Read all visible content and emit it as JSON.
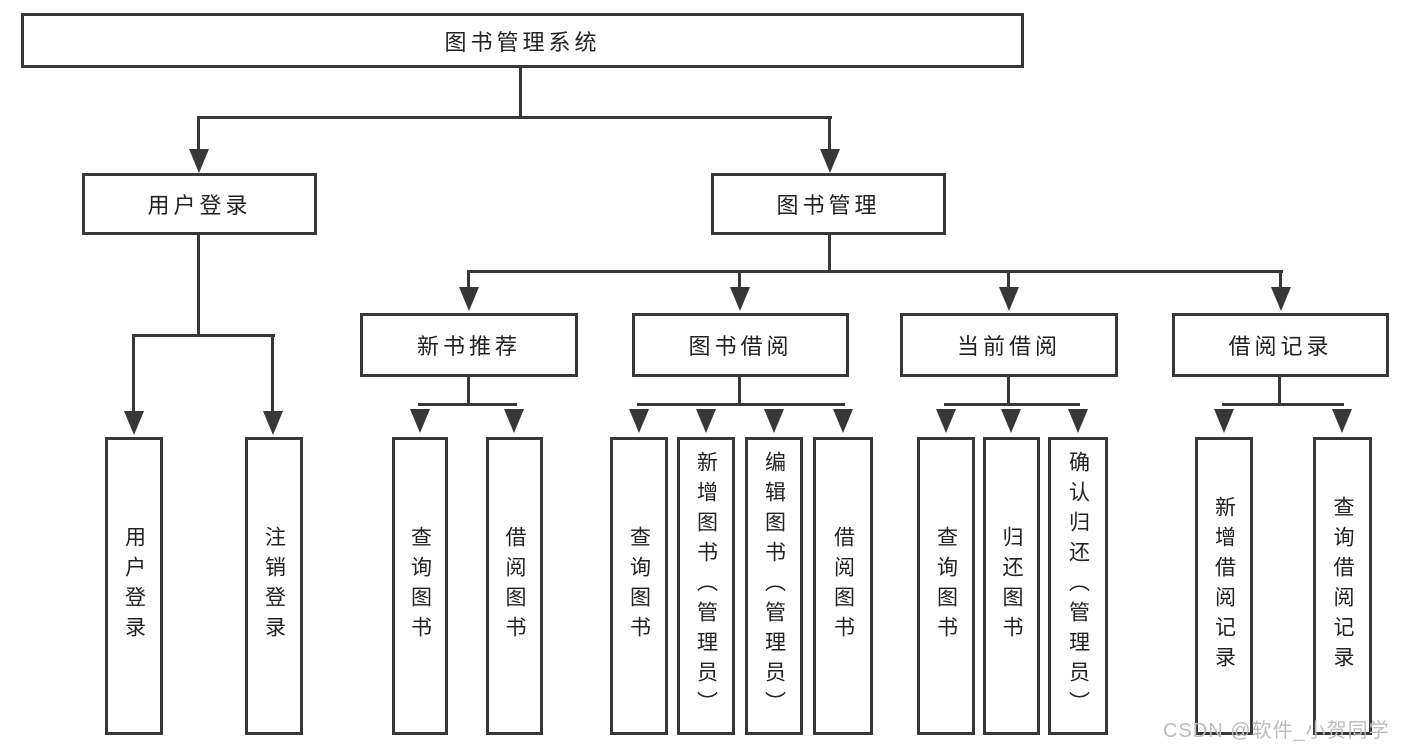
{
  "diagram": {
    "title": "图书管理系统",
    "watermark": "CSDN @软件_小贺同学",
    "colors": {
      "line": "#373737",
      "text": "#222222",
      "watermark": "#bcbcbc",
      "background": "#ffffff"
    },
    "nodes": {
      "root": "图书管理系统",
      "user_login": "用户登录",
      "book_mgmt": "图书管理",
      "new_books": "新书推荐",
      "book_borrow": "图书借阅",
      "current_borrow": "当前借阅",
      "borrow_records": "借阅记录",
      "login": "用户登录",
      "logout": "注销登录",
      "nb_query": "查询图书",
      "nb_borrow": "借阅图书",
      "bb_query": "查询图书",
      "bb_add": "新增图书（管理员）",
      "bb_edit": "编辑图书（管理员）",
      "bb_borrow": "借阅图书",
      "cb_query": "查询图书",
      "cb_return": "归还图书",
      "cb_confirm": "确认归还（管理员）",
      "br_add": "新增借阅记录",
      "br_query": "查询借阅记录"
    },
    "hierarchy": {
      "图书管理系统": {
        "用户登录": [
          "用户登录",
          "注销登录"
        ],
        "图书管理": {
          "新书推荐": [
            "查询图书",
            "借阅图书"
          ],
          "图书借阅": [
            "查询图书",
            "新增图书（管理员）",
            "编辑图书（管理员）",
            "借阅图书"
          ],
          "当前借阅": [
            "查询图书",
            "归还图书",
            "确认归还（管理员）"
          ],
          "借阅记录": [
            "新增借阅记录",
            "查询借阅记录"
          ]
        }
      }
    }
  }
}
